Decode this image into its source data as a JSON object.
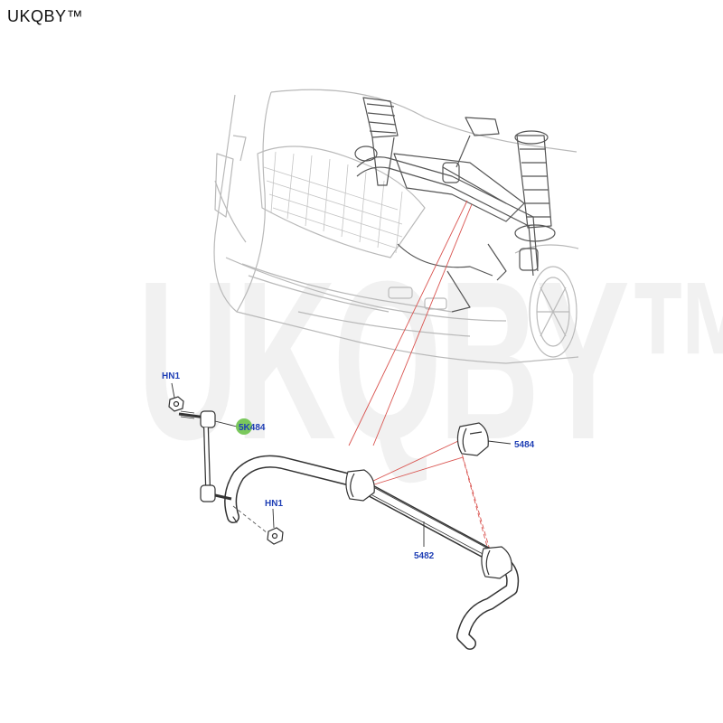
{
  "brand": {
    "name": "UKQBY™"
  },
  "watermark": {
    "text": "UKQBY™"
  },
  "diagram": {
    "callouts": {
      "hn1_top": "HN1",
      "link_5k484": "5K484",
      "bushing_5484": "5484",
      "hn1_bottom": "HN1",
      "bar_5482": "5482"
    },
    "colors": {
      "callout_text": "#1f3fb5",
      "leader_lines": "#d9534f",
      "highlight_dot": "#6cc24a",
      "line_art": "#333333",
      "vehicle_outline": "#b9b9b9"
    }
  }
}
